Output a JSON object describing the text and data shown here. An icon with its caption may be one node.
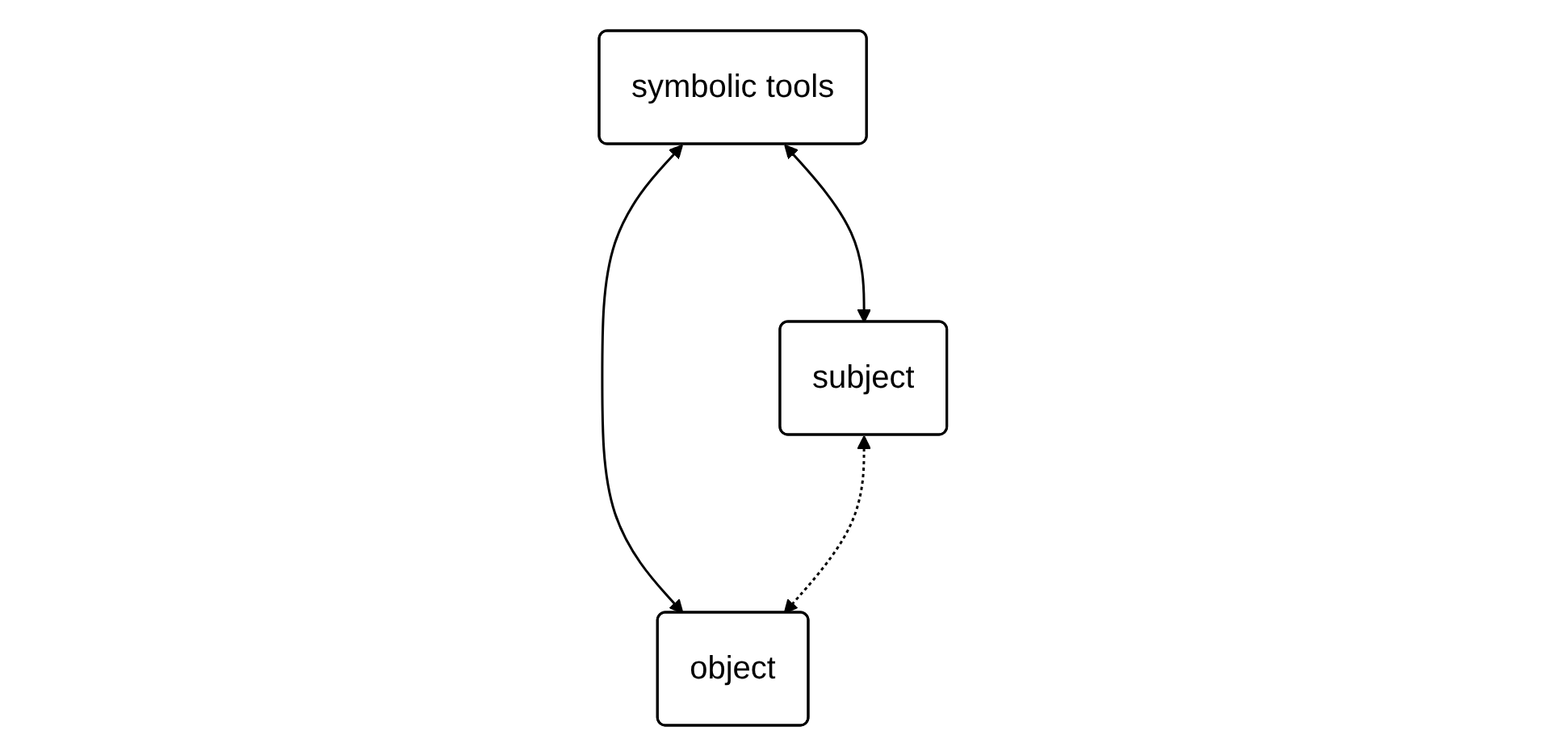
{
  "diagram": {
    "nodes": [
      {
        "text": [
          "symbolic tools"
        ]
      },
      {
        "text": [
          "subject"
        ]
      },
      {
        "text": [
          "object"
        ]
      }
    ],
    "edges": [
      {
        "from": 0,
        "to": 1,
        "arrow": "both"
      },
      {
        "from": 0,
        "to": 2,
        "arrow": "both"
      },
      {
        "from": 1,
        "to": 2,
        "arrow": "both",
        "style": "dashed"
      }
    ]
  }
}
